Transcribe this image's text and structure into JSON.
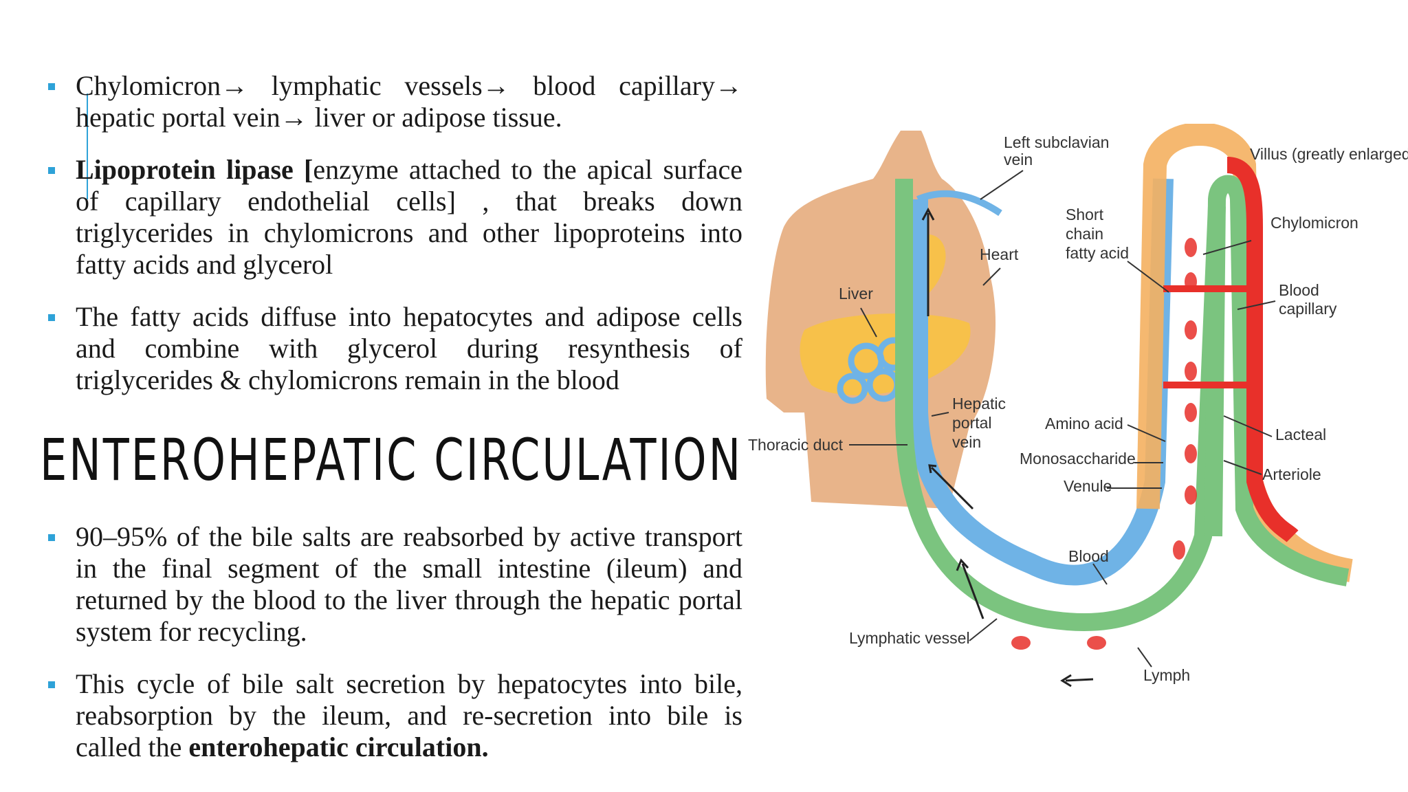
{
  "bullets": [
    {
      "text": "Chylomicron→ lymphatic vessels→ blood capillary→ hepatic portal vein→ liver or adipose tissue."
    },
    {
      "bold": "Lipoprotein lipase [",
      "text": "enzyme attached to the apical surface of capillary endothelial cells] , that breaks down triglycerides in chylomicrons and other lipoproteins into fatty acids and glycerol"
    },
    {
      "text": "The fatty acids diffuse into hepatocytes and adipose cells and combine with glycerol during resynthesis of triglycerides & chylomicrons remain in the blood"
    }
  ],
  "heading": "ENTEROHEPATIC CIRCULATION",
  "bullets2": [
    {
      "text": "90–95% of the bile salts are reabsorbed by active transport in the final segment of the small intestine (ileum) and returned by the blood to the liver through the hepatic portal system for recycling."
    },
    {
      "text": "This cycle of bile salt secretion by hepatocytes into bile, reabsorption by the ileum, and re-secretion into bile is called the ",
      "bold": "enterohepatic circulation."
    }
  ],
  "diagram": {
    "labels": {
      "left_subclavian_1": "Left subclavian",
      "left_subclavian_2": "vein",
      "villus": "Villus (greatly enlarged)",
      "short_1": "Short",
      "short_2": "chain",
      "short_3": "fatty acid",
      "chylomicron": "Chylomicron",
      "heart": "Heart",
      "liver": "Liver",
      "blood_cap_1": "Blood",
      "blood_cap_2": "capillary",
      "hepatic_1": "Hepatic",
      "hepatic_2": "portal",
      "hepatic_3": "vein",
      "amino_acid": "Amino acid",
      "thoracic_duct": "Thoracic duct",
      "lacteal": "Lacteal",
      "monosaccharide": "Monosaccharide",
      "arteriole": "Arteriole",
      "venule": "Venule",
      "blood": "Blood",
      "lymphatic_vessel": "Lymphatic vessel",
      "lymph": "Lymph"
    }
  },
  "colors": {
    "bullet": "#2ea2d8",
    "lymph": "#7bc47f",
    "blood_vessel": "#6fb3e6",
    "artery": "#e8302a",
    "skin": "#e8b48a",
    "liver": "#f7c14a"
  }
}
